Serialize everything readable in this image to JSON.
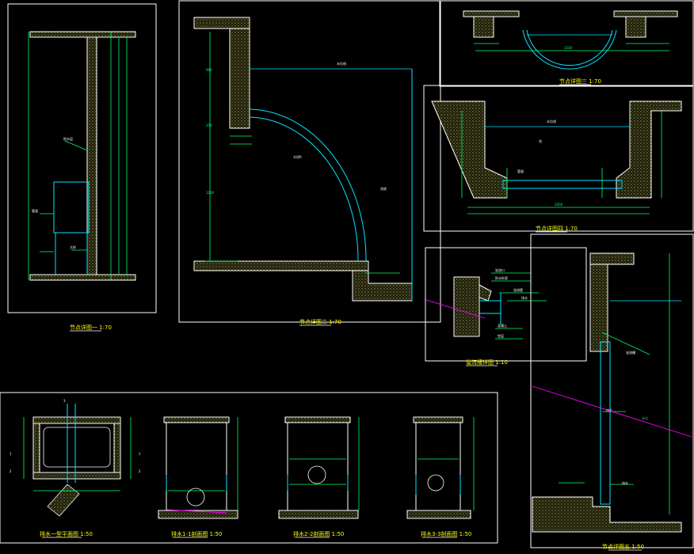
{
  "titles": {
    "detail1": "节点详图一 1:70",
    "detail2": "节点详图二 1:70",
    "detail3": "节点详图三 1:70",
    "detail4": "节点详图四 1:70",
    "detail5": "节点详图五 1:50",
    "overflow": "溢流槽详图 1:10",
    "drain_plan": "排水一型平面图 1:50",
    "section1": "排水1-1剖面图 1:50",
    "section2": "排水2-2剖面图 1:50",
    "section3": "排水3-3剖面图 1:50"
  },
  "colors": {
    "background": "#000000",
    "frame": "#ffffff",
    "dimension": "#00ff66",
    "water": "#00e5ff",
    "title": "#ffff00",
    "magenta": "#ff00ff",
    "concrete": "#c8c864"
  }
}
